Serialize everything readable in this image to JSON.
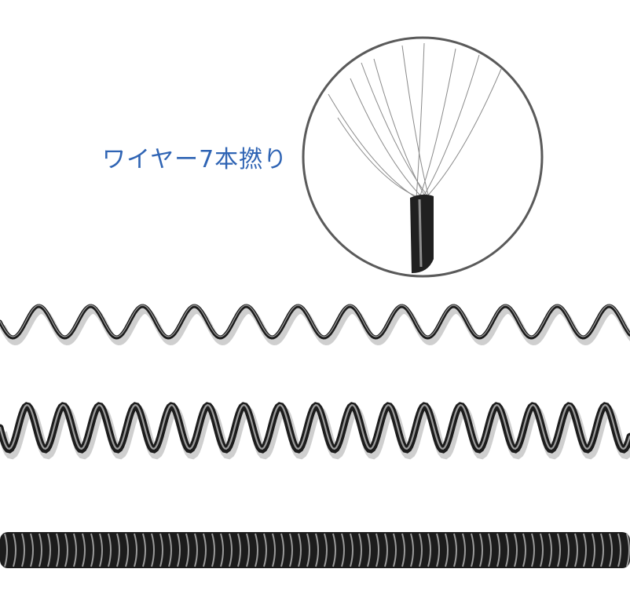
{
  "label": {
    "text": "ワイヤー7本撚り",
    "color": "#2f64b4"
  },
  "colors": {
    "wire": "#1c1c1c",
    "highlight": "#9a9a9a",
    "strand": "#8a8a8a",
    "circle": "#555555"
  },
  "illustration": {
    "detail": "wire-strand-detail",
    "springs": [
      "spring-wire-wide-pitch",
      "spring-wire-medium-pitch",
      "spring-wire-tight-pitch"
    ]
  }
}
